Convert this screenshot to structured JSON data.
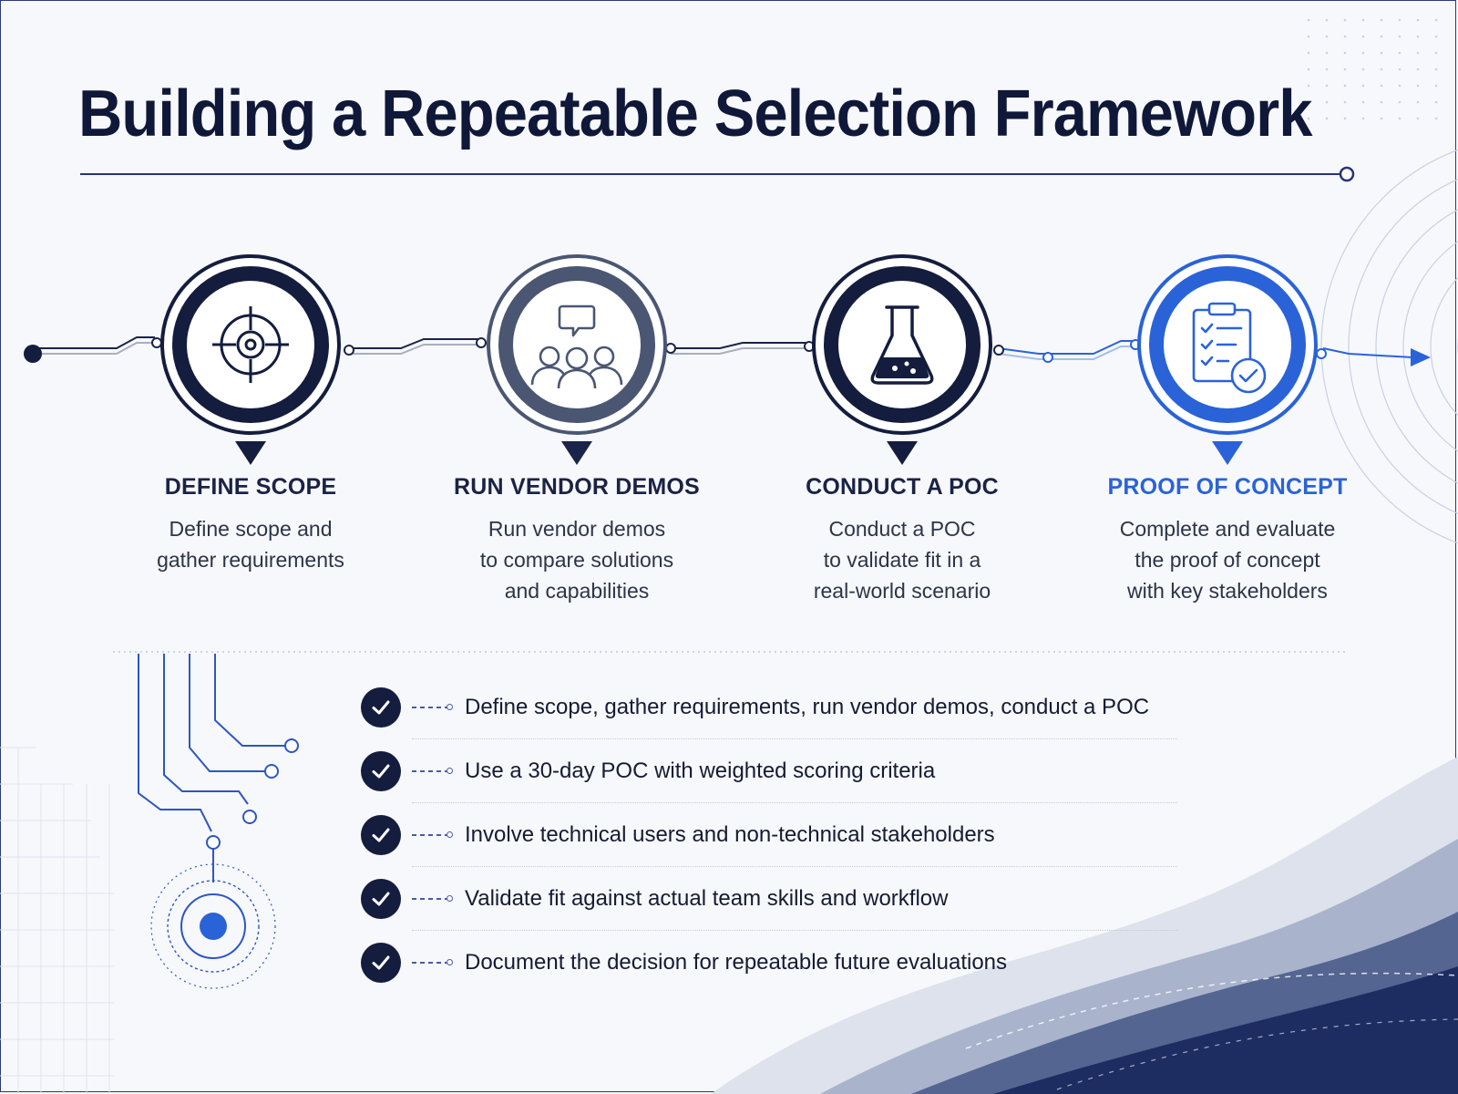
{
  "title": "Building a Repeatable Selection Framework",
  "steps": [
    {
      "title": "DEFINE SCOPE",
      "description": "Define scope and\ngather requirements",
      "icon": "target-icon"
    },
    {
      "title": "RUN VENDOR DEMOS",
      "description": "Run vendor demos\nto compare solutions\nand capabilities",
      "icon": "team-chat-icon"
    },
    {
      "title": "CONDUCT A POC",
      "description": "Conduct a POC\nto validate fit in a\nreal-world scenario",
      "icon": "flask-icon"
    },
    {
      "title": "PROOF OF CONCEPT",
      "description": "Complete and evaluate\nthe proof of concept\nwith key stakeholders",
      "icon": "clipboard-check-icon"
    }
  ],
  "checklist": [
    "Define scope, gather requirements, run vendor demos, conduct a POC",
    "Use a 30-day POC with weighted scoring criteria",
    "Involve technical users and non-technical stakeholders",
    "Validate fit against actual team skills and workflow",
    "Document the decision for repeatable future evaluations"
  ],
  "colors": {
    "navy": "#141d3e",
    "slate": "#4a5672",
    "accent_blue": "#2a63d8",
    "background": "#f7f8fb"
  }
}
